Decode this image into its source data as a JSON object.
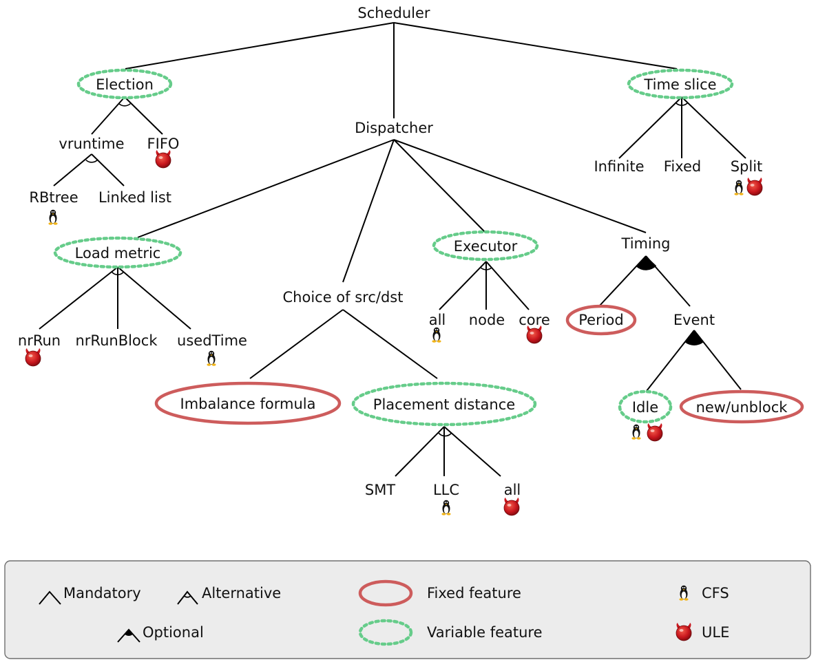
{
  "diagram": {
    "root": "Scheduler",
    "election": {
      "label": "Election",
      "children": [
        "vruntime",
        "FIFO"
      ],
      "vruntime_children": [
        "RBtree",
        "Linked list"
      ]
    },
    "time_slice": {
      "label": "Time slice",
      "children": [
        "Infinite",
        "Fixed",
        "Split"
      ]
    },
    "dispatcher": {
      "label": "Dispatcher",
      "load_metric": {
        "label": "Load metric",
        "children": [
          "nrRun",
          "nrRunBlock",
          "usedTime"
        ]
      },
      "choice": {
        "label": "Choice of src/dst",
        "imbalance": "Imbalance formula",
        "placement": "Placement distance",
        "placement_children": [
          "SMT",
          "LLC",
          "all"
        ]
      },
      "executor": {
        "label": "Executor",
        "children": [
          "all",
          "node",
          "core"
        ]
      },
      "timing": {
        "label": "Timing",
        "period": "Period",
        "event": "Event",
        "event_children": [
          "Idle",
          "new/unblock"
        ]
      }
    }
  },
  "legend": {
    "mandatory": "Mandatory",
    "alternative": "Alternative",
    "optional": "Optional",
    "fixed_feature": "Fixed feature",
    "variable_feature": "Variable feature",
    "cfs": "CFS",
    "ule": "ULE"
  },
  "colors": {
    "fixed": "#cd5c5c",
    "variable": "#66cc8a",
    "ule": "#c8161d",
    "cfs_beak": "#f2b418"
  },
  "icons": {
    "cfs": "tux-penguin-icon",
    "ule": "freebsd-daemon-icon"
  }
}
